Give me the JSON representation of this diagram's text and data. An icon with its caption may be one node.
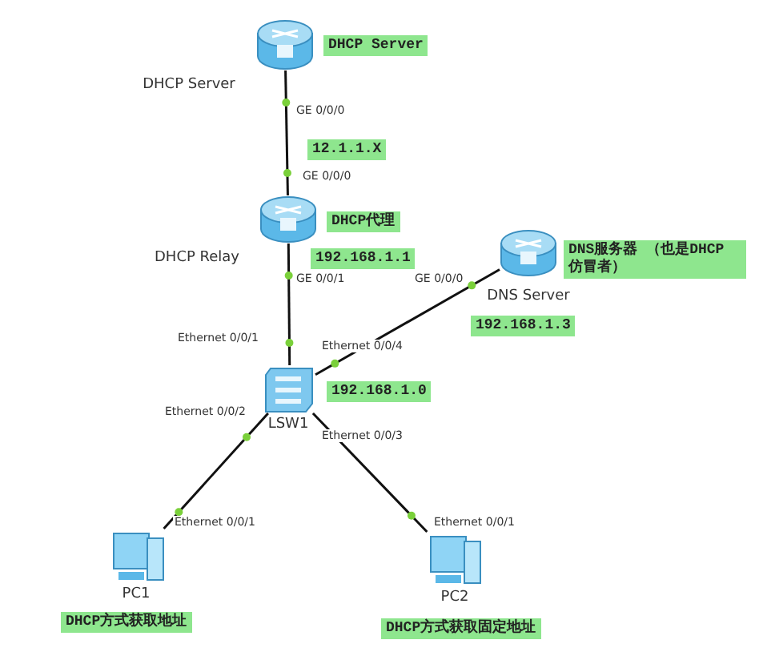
{
  "diagram": {
    "nodes": [
      {
        "text": [
          "DHCP Server"
        ]
      },
      {
        "text": [
          "DHCP Server"
        ]
      },
      {
        "text": [
          "12.1.1.X"
        ]
      },
      {
        "text": [
          "DHCP Relay"
        ]
      },
      {
        "text": [
          "DHCP代理"
        ]
      },
      {
        "text": [
          "192.168.1.1"
        ]
      },
      {
        "text": [
          "DNS Server"
        ]
      },
      {
        "text": [
          "DNS服务器 （也是DHCP 仿冒者）"
        ]
      },
      {
        "text": [
          "192.168.1.3"
        ]
      },
      {
        "text": [
          "LSW1"
        ]
      },
      {
        "text": [
          "192.168.1.0"
        ]
      },
      {
        "text": [
          "PC1"
        ]
      },
      {
        "text": [
          "DHCP方式获取地址"
        ]
      },
      {
        "text": [
          "PC2"
        ]
      },
      {
        "text": [
          "DHCP方式获取固定地址"
        ]
      }
    ],
    "edges": [
      {
        "from": 0,
        "to": 3,
        "arrow": "none"
      },
      {
        "from": 3,
        "to": 9,
        "arrow": "none"
      },
      {
        "from": 6,
        "to": 9,
        "arrow": "none"
      },
      {
        "from": 9,
        "to": 11,
        "arrow": "none"
      },
      {
        "from": 9,
        "to": 13,
        "arrow": "none"
      }
    ],
    "labels": [
      "GE 0/0/0",
      "GE 0/0/0",
      "GE 0/0/1",
      "GE 0/0/0",
      "Ethernet 0/0/1",
      "Ethernet 0/0/4",
      "Ethernet 0/0/2",
      "Ethernet 0/0/3",
      "Ethernet 0/0/1",
      "Ethernet 0/0/1"
    ]
  }
}
